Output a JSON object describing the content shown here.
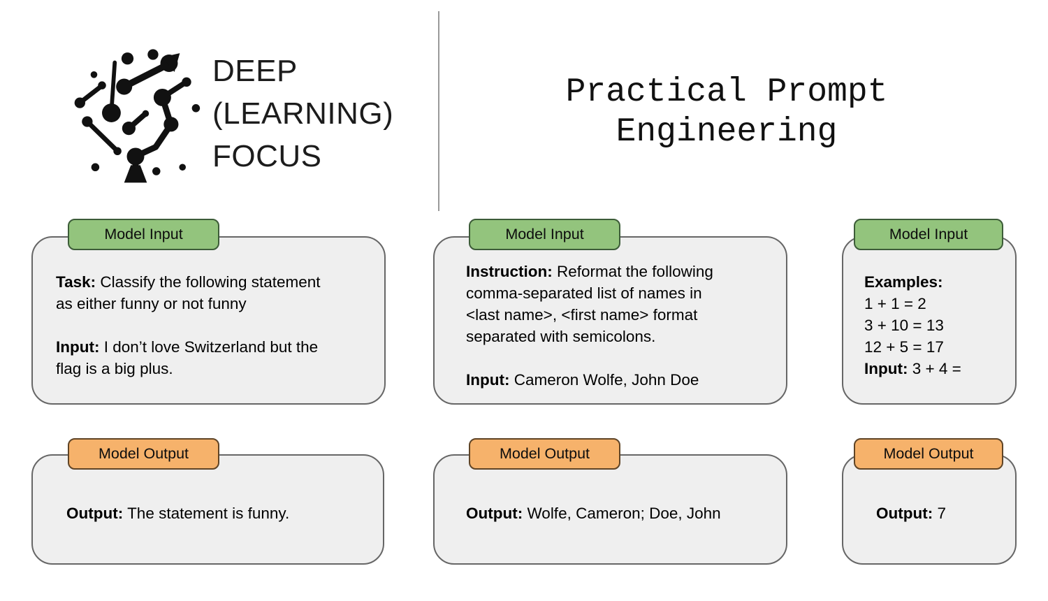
{
  "brand": {
    "logo_icon": "neural-network-logo",
    "name": "DEEP\n(LEARNING)\nFOCUS"
  },
  "title": "Practical Prompt\nEngineering",
  "colors": {
    "input_tab_fill": "#93c47d",
    "input_tab_border": "#3c5c38",
    "output_tab_fill": "#f6b26b",
    "output_tab_border": "#5f4426",
    "card_fill": "#efefef",
    "card_border": "#666666",
    "divider": "#9a9a9a"
  },
  "col1": {
    "input": {
      "tab": "Model Input",
      "p1_label": "Task:",
      "p1_text": " Classify the following statement\nas either funny or not funny",
      "p2_label": "Input:",
      "p2_text": " I don’t love Switzerland but the\nflag is a big plus."
    },
    "output": {
      "tab": "Model Output",
      "p1_label": "Output:",
      "p1_text": " The statement is funny."
    }
  },
  "col2": {
    "input": {
      "tab": "Model Input",
      "p1_label": "Instruction:",
      "p1_text": " Reformat the following\ncomma-separated list of names in\n<last name>, <first name> format\nseparated with semicolons.",
      "p2_label": "Input:",
      "p2_text": " Cameron Wolfe, John Doe"
    },
    "output": {
      "tab": "Model Output",
      "p1_label": "Output:",
      "p1_text": " Wolfe, Cameron; Doe, John"
    }
  },
  "col3": {
    "input": {
      "tab": "Model Input",
      "examples_label": "Examples:",
      "examples": [
        "1 + 1 = 2",
        "3 + 10 = 13",
        "12 + 5 = 17"
      ],
      "p2_label": "Input:",
      "p2_text": " 3 + 4 ="
    },
    "output": {
      "tab": "Model Output",
      "p1_label": "Output:",
      "p1_text": " 7"
    }
  }
}
